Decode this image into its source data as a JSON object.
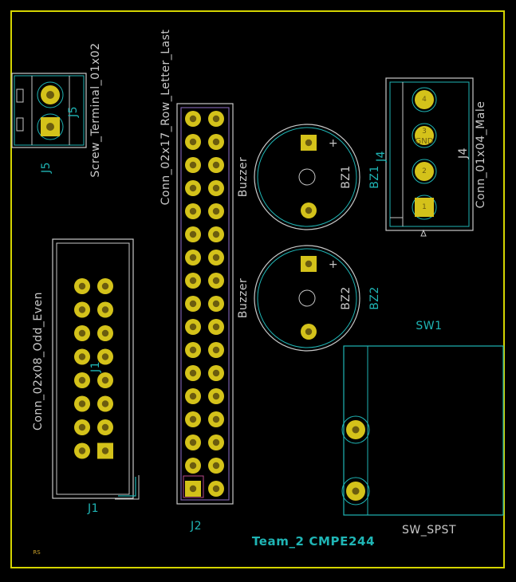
{
  "board": {
    "title": "Team_2 CMPE244",
    "small_mark": "RS"
  },
  "j5": {
    "ref_label": "J5",
    "ref_fab": "J5",
    "value": "Screw_Terminal_01x02"
  },
  "j2": {
    "ref_label": "J2",
    "value": "Conn_02x17_Row_Letter_Last"
  },
  "j1": {
    "ref_label": "J1",
    "ref_fab": "J1",
    "value": "Conn_02x08_Odd_Even"
  },
  "bz1": {
    "ref_label": "BZ1",
    "ref_fab": "BZ1",
    "value": "Buzzer",
    "plus": "+"
  },
  "bz2": {
    "ref_label": "BZ2",
    "ref_fab": "BZ2",
    "value": "Buzzer",
    "plus": "+"
  },
  "j4": {
    "ref_label": "J4",
    "ref_fab": "J4",
    "value": "Conn_01x04_Male",
    "pins": [
      "4",
      "3",
      "2",
      "1"
    ],
    "pin_names": [
      "",
      "GND",
      "",
      ""
    ]
  },
  "sw1": {
    "ref_label": "SW1",
    "value": "SW_SPST"
  },
  "colors": {
    "background": "#000000",
    "board_edge": "#d4d400",
    "pad": "#d4c21a",
    "drill": "#6b5c0f",
    "fab_cyan": "#1fb5b5",
    "silk": "#c9c9c9",
    "courtyard": "#7a5fa8"
  }
}
